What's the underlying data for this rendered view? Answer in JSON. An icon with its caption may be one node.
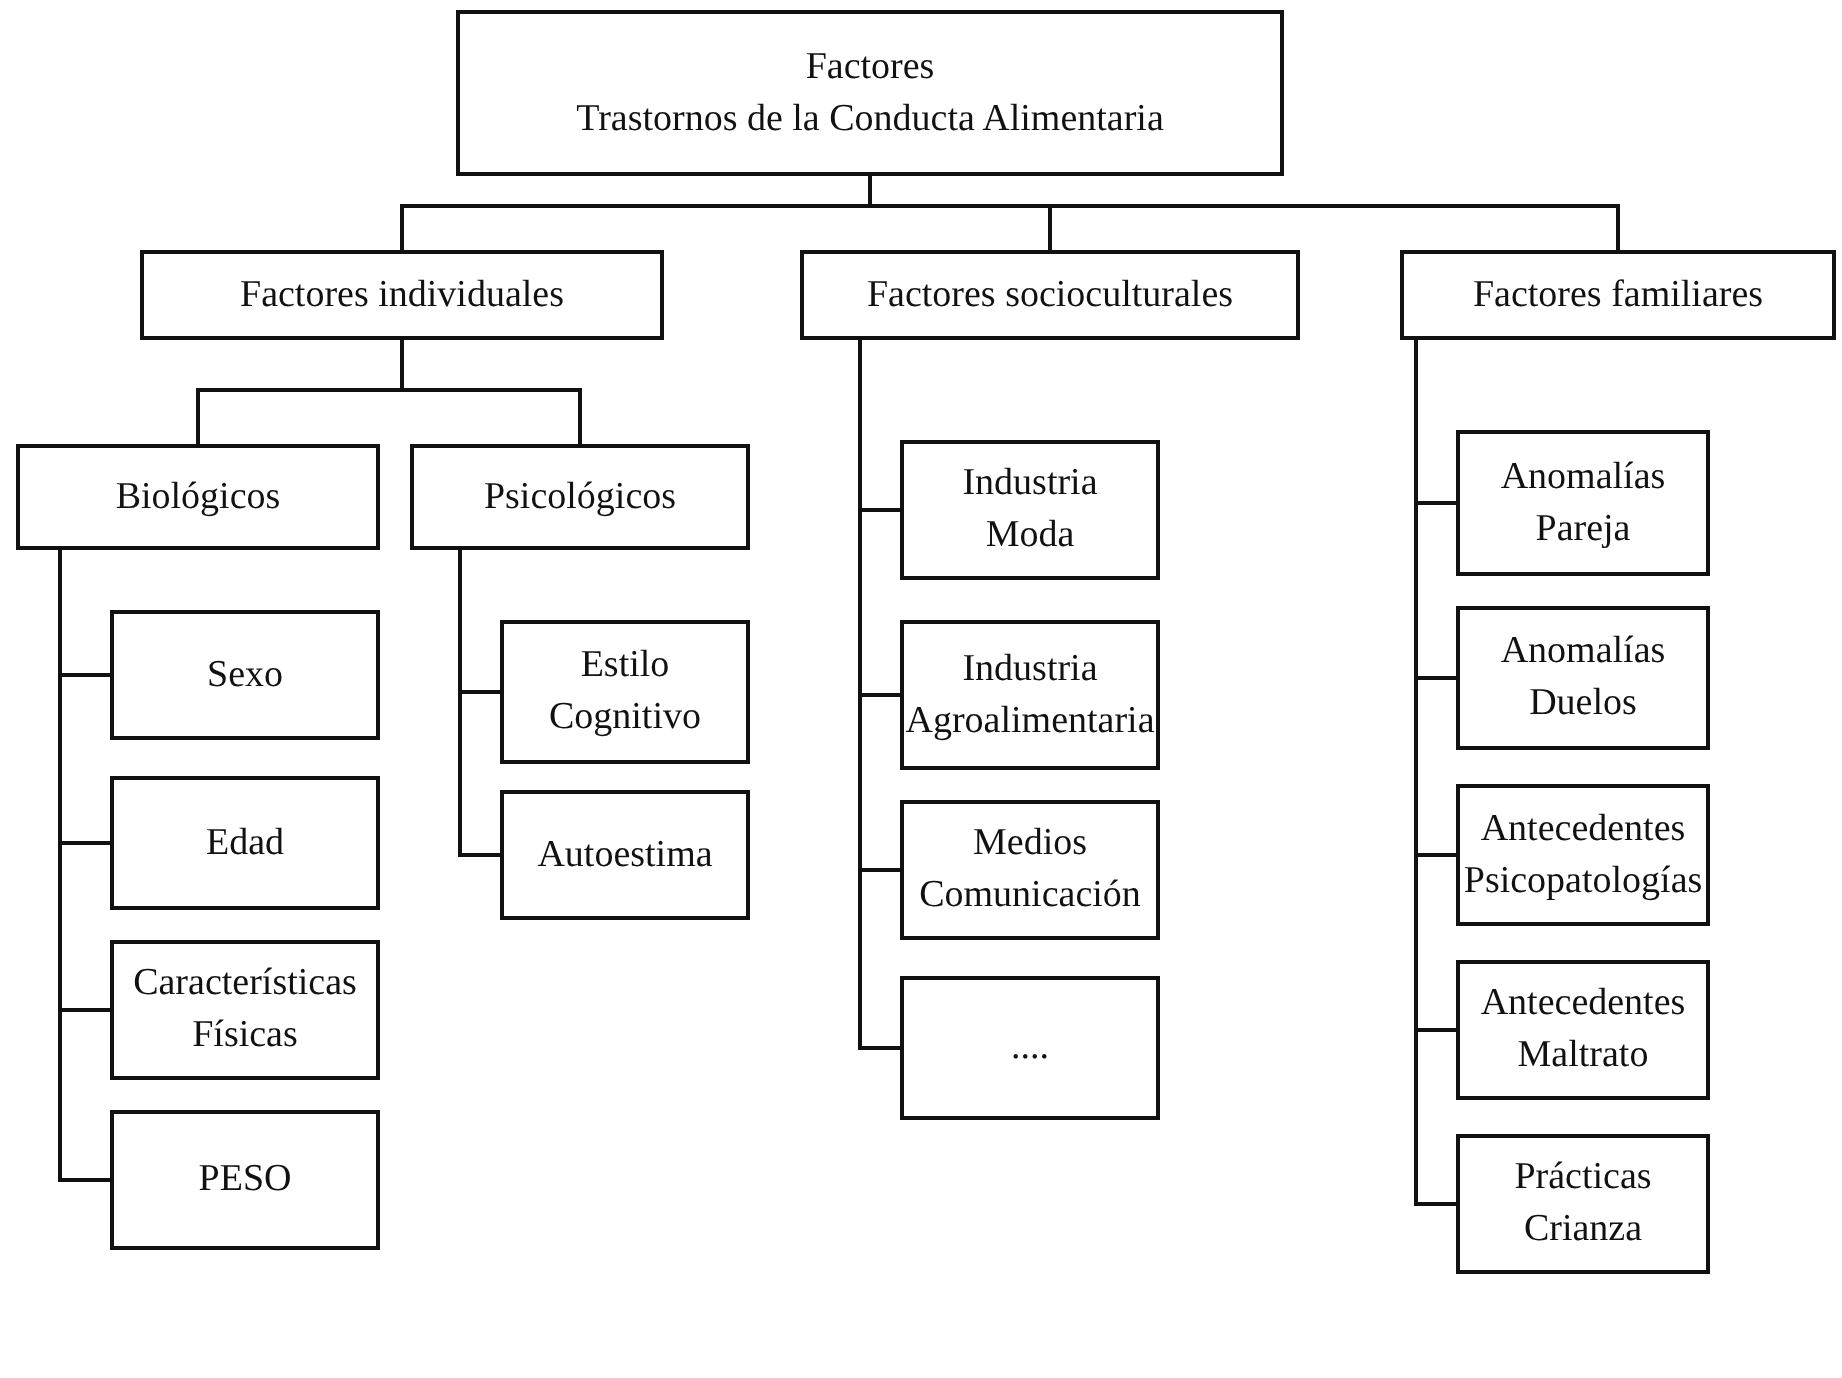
{
  "diagram": {
    "nodes": [
      {
        "text": [
          "Factores",
          "Trastornos de la Conducta Alimentaria"
        ]
      },
      {
        "text": [
          "Factores individuales"
        ]
      },
      {
        "text": [
          "Factores socioculturales"
        ]
      },
      {
        "text": [
          "Factores familiares"
        ]
      },
      {
        "text": [
          "Biológicos"
        ]
      },
      {
        "text": [
          "Psicológicos"
        ]
      },
      {
        "text": [
          "Sexo"
        ]
      },
      {
        "text": [
          "Edad"
        ]
      },
      {
        "text": [
          "Características Físicas"
        ]
      },
      {
        "text": [
          "PESO"
        ]
      },
      {
        "text": [
          "Estilo Cognitivo"
        ]
      },
      {
        "text": [
          "Autoestima"
        ]
      },
      {
        "text": [
          "Industria Moda"
        ]
      },
      {
        "text": [
          "Industria Agroalimentaria"
        ]
      },
      {
        "text": [
          "Medios Comunicación"
        ]
      },
      {
        "text": [
          "...."
        ]
      },
      {
        "text": [
          "Anomalías Pareja"
        ]
      },
      {
        "text": [
          "Anomalías Duelos"
        ]
      },
      {
        "text": [
          "Antecedentes Psicopatologías"
        ]
      },
      {
        "text": [
          "Antecedentes Maltrato"
        ]
      },
      {
        "text": [
          "Prácticas Crianza"
        ]
      }
    ],
    "edges": [
      {
        "from": 0,
        "to": 1,
        "arrow": "none"
      },
      {
        "from": 0,
        "to": 2,
        "arrow": "none"
      },
      {
        "from": 0,
        "to": 3,
        "arrow": "none"
      },
      {
        "from": 1,
        "to": 4,
        "arrow": "none"
      },
      {
        "from": 1,
        "to": 5,
        "arrow": "none"
      },
      {
        "from": 4,
        "to": 6,
        "arrow": "none"
      },
      {
        "from": 4,
        "to": 7,
        "arrow": "none"
      },
      {
        "from": 4,
        "to": 8,
        "arrow": "none"
      },
      {
        "from": 4,
        "to": 9,
        "arrow": "none"
      },
      {
        "from": 5,
        "to": 10,
        "arrow": "none"
      },
      {
        "from": 5,
        "to": 11,
        "arrow": "none"
      },
      {
        "from": 2,
        "to": 12,
        "arrow": "none"
      },
      {
        "from": 2,
        "to": 13,
        "arrow": "none"
      },
      {
        "from": 2,
        "to": 14,
        "arrow": "none"
      },
      {
        "from": 2,
        "to": 15,
        "arrow": "none"
      },
      {
        "from": 3,
        "to": 16,
        "arrow": "none"
      },
      {
        "from": 3,
        "to": 17,
        "arrow": "none"
      },
      {
        "from": 3,
        "to": 18,
        "arrow": "none"
      },
      {
        "from": 3,
        "to": 19,
        "arrow": "none"
      },
      {
        "from": 3,
        "to": 20,
        "arrow": "none"
      }
    ]
  }
}
